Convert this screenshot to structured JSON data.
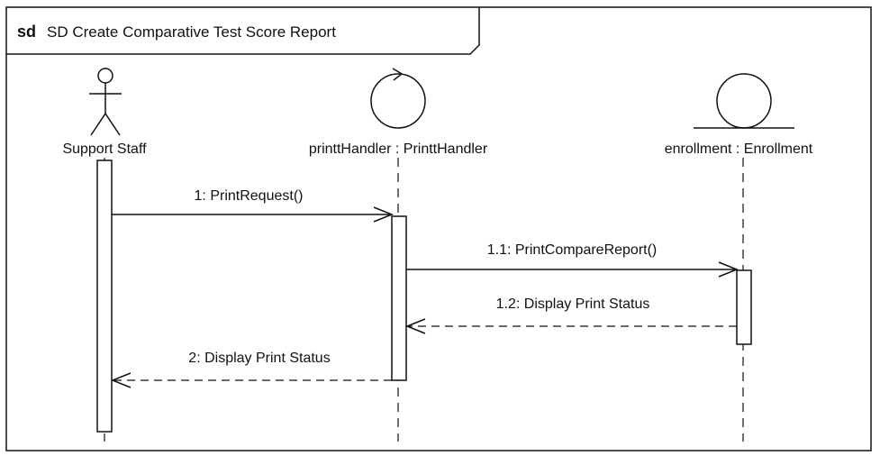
{
  "frame": {
    "keyword": "sd",
    "title": "SD Create Comparative Test Score Report"
  },
  "lifelines": [
    {
      "label": "Support Staff",
      "kind": "actor"
    },
    {
      "label": "printtHandler : PrinttHandler",
      "kind": "control"
    },
    {
      "label": "enrollment : Enrollment",
      "kind": "entity"
    }
  ],
  "messages": [
    {
      "label": "1: PrintRequest()",
      "type": "synchronous",
      "from": "Support Staff",
      "to": "printtHandler : PrinttHandler"
    },
    {
      "label": "1.1: PrintCompareReport()",
      "type": "synchronous",
      "from": "printtHandler : PrinttHandler",
      "to": "enrollment : Enrollment"
    },
    {
      "label": "1.2: Display Print Status",
      "type": "reply",
      "from": "enrollment : Enrollment",
      "to": "printtHandler : PrinttHandler"
    },
    {
      "label": "2: Display Print Status",
      "type": "reply",
      "from": "printtHandler : PrinttHandler",
      "to": "Support Staff"
    }
  ]
}
